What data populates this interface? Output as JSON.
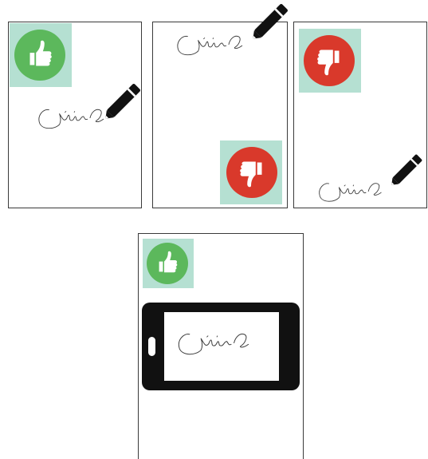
{
  "panels": [
    {
      "id": "top-left",
      "verdict": "approved",
      "badge_icon": "thumbs-up-icon",
      "badge_color": "#5cb85c",
      "signing_tool": "pen-icon"
    },
    {
      "id": "top-middle",
      "verdict": "rejected",
      "badge_icon": "thumbs-down-icon",
      "badge_color": "#d9392b",
      "signing_tool": "pen-icon"
    },
    {
      "id": "top-right",
      "verdict": "rejected",
      "badge_icon": "thumbs-down-icon",
      "badge_color": "#d9392b",
      "signing_tool": "pen-icon"
    },
    {
      "id": "bottom-center",
      "verdict": "approved",
      "badge_icon": "thumbs-up-icon",
      "badge_color": "#5cb85c",
      "signing_tool": "phone-icon"
    }
  ],
  "colors": {
    "badge_background": "#b5e0d2",
    "approve": "#5cb85c",
    "reject": "#d9392b",
    "ink": "#111111",
    "border": "#3a3a3a"
  }
}
